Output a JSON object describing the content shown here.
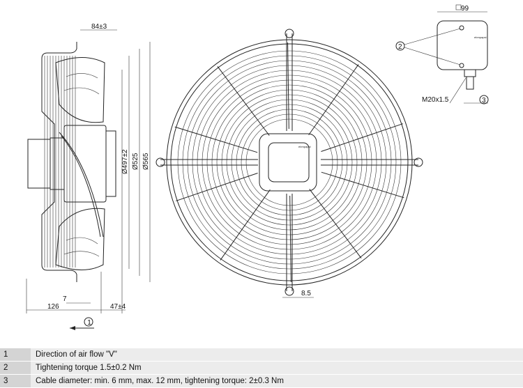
{
  "side_view": {
    "dim_top": "84±3",
    "dim_d1": "Ø497±2",
    "dim_d2": "Ø525",
    "dim_d3": "Ø565",
    "dim_small": "7",
    "dim_left": "126",
    "dim_right": "47±4",
    "airflow_marker": "1"
  },
  "front_view": {
    "dim_hole": "8.5",
    "brand_mark": "ebmpapst"
  },
  "terminal_box": {
    "dim_square": "99",
    "callout_screws": "2",
    "thread_label": "M20x1.5",
    "callout_cable": "3",
    "brand_mark": "ebmpapst"
  },
  "notes": [
    {
      "num": "1",
      "text": "Direction of air flow \"V\""
    },
    {
      "num": "2",
      "text": "Tightening torque 1.5±0.2 Nm"
    },
    {
      "num": "3",
      "text": "Cable diameter: min. 6 mm, max. 12 mm, tightening torque: 2±0.3 Nm"
    }
  ]
}
